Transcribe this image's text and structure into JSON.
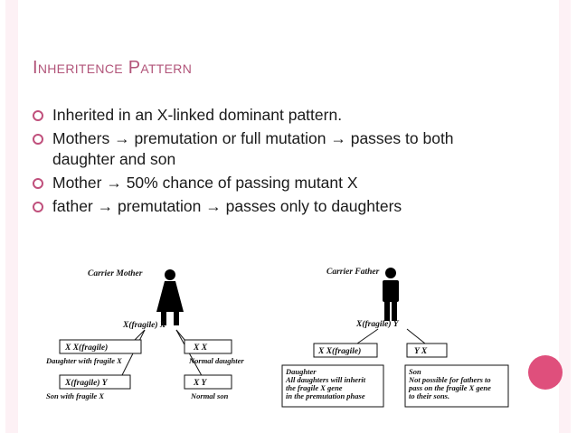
{
  "slide": {
    "title": "Inheritence Pattern",
    "bullets": [
      "Inherited in an X-linked dominant pattern.",
      "Mothers → premutation or full mutation → passes to both daughter and son",
      "Mother → 50% chance of passing mutant X",
      "father → premutation → passes only to daughters"
    ]
  },
  "diagram_left": {
    "parent_label": "Carrier Mother",
    "alleles": "X(fragile)  X",
    "child1_box": "X   X(fragile)",
    "child1_label": "Daughter with fragile X",
    "child2_box": "X   X",
    "child2_label": "Normal daughter",
    "child3_box": "X(fragile)   Y",
    "child3_label": "Son with fragile X",
    "child4_box": "X   Y",
    "child4_label": "Normal son"
  },
  "diagram_right": {
    "parent_label": "Carrier Father",
    "alleles": "X(fragile)  Y",
    "child1_box": "X   X(fragile)",
    "child2_box": "Y   X",
    "daughter_note": [
      "Daughter",
      "All daughters will inherit",
      "the fragile X gene",
      "in the premutation phase"
    ],
    "son_note": [
      "Son",
      "Not possible for fathers to",
      "pass on the fragile X gene",
      "to their sons."
    ]
  },
  "colors": {
    "accent": "#b2557a",
    "bullet": "#c0507c",
    "circle": "#df4f7c",
    "sidebar": "#fdf1f5"
  }
}
